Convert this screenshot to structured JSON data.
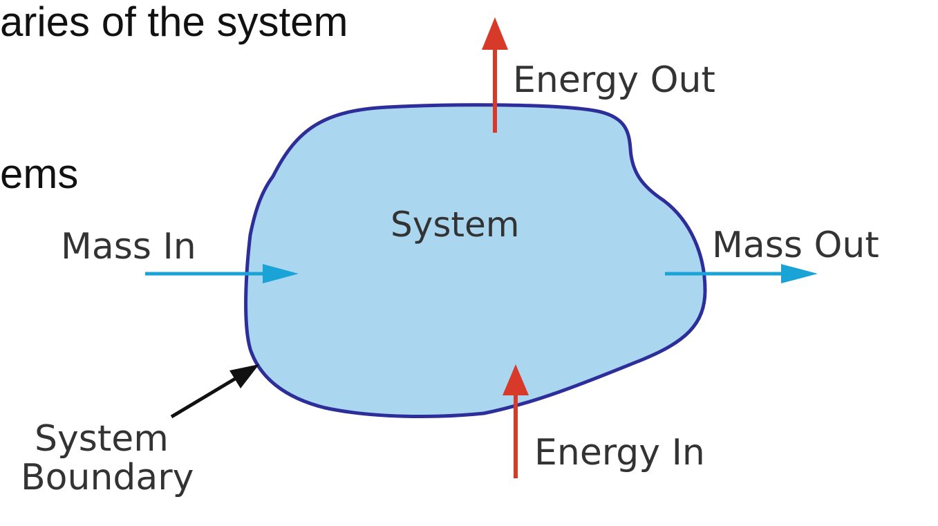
{
  "slide": {
    "line1": "aries of the system",
    "line2": "ems"
  },
  "diagram": {
    "system_label": "System",
    "energy_out_label": "Energy Out",
    "energy_in_label": "Energy In",
    "mass_in_label": "Mass In",
    "mass_out_label": "Mass Out",
    "boundary_label_line1": "System",
    "boundary_label_line2": "Boundary"
  },
  "colors": {
    "system_fill": "#abd6f0",
    "boundary_stroke": "#2e2e9a",
    "energy_arrow": "#d83a2a",
    "mass_arrow": "#1aa3d6",
    "boundary_pointer": "#111111"
  }
}
